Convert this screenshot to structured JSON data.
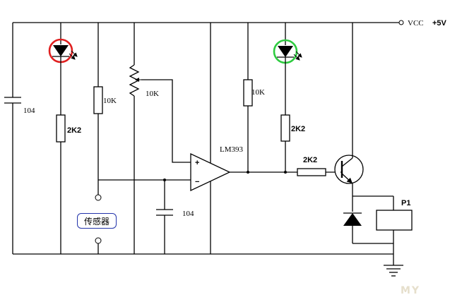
{
  "power": {
    "node_label": "VCC",
    "voltage_label": "+5V"
  },
  "components": {
    "c_left": "104",
    "r_led_red": "2K2",
    "r_sensor": "10K",
    "pot": "10K",
    "opamp": "LM393",
    "r_pullup": "10K",
    "r_led_green": "2K2",
    "r_base": "2K2",
    "c_filter": "104",
    "relay": "P1"
  },
  "opamp_pins": {
    "plus": "+",
    "minus": "−"
  },
  "sensor_label": "传感器",
  "watermark": "MY",
  "colors": {
    "led_red_ring": "#e02020",
    "led_green_ring": "#2ecc40",
    "sensor_border": "#2233aa"
  },
  "icons": [
    "led-red-icon",
    "led-green-icon",
    "npn-transistor-icon",
    "diode-icon",
    "ground-icon",
    "opamp-icon",
    "relay-coil-icon",
    "potentiometer-icon"
  ]
}
